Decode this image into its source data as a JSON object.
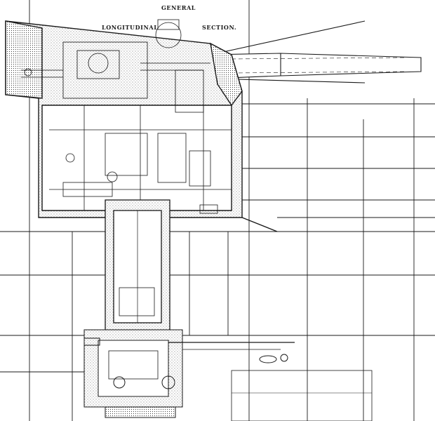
{
  "title": {
    "line1": "GENERAL",
    "left": "LONGITUDINAL",
    "right": "SECTION."
  },
  "colors": {
    "ink": "#1a1a1a",
    "stipple": "#555555",
    "paper": "#ffffff"
  }
}
